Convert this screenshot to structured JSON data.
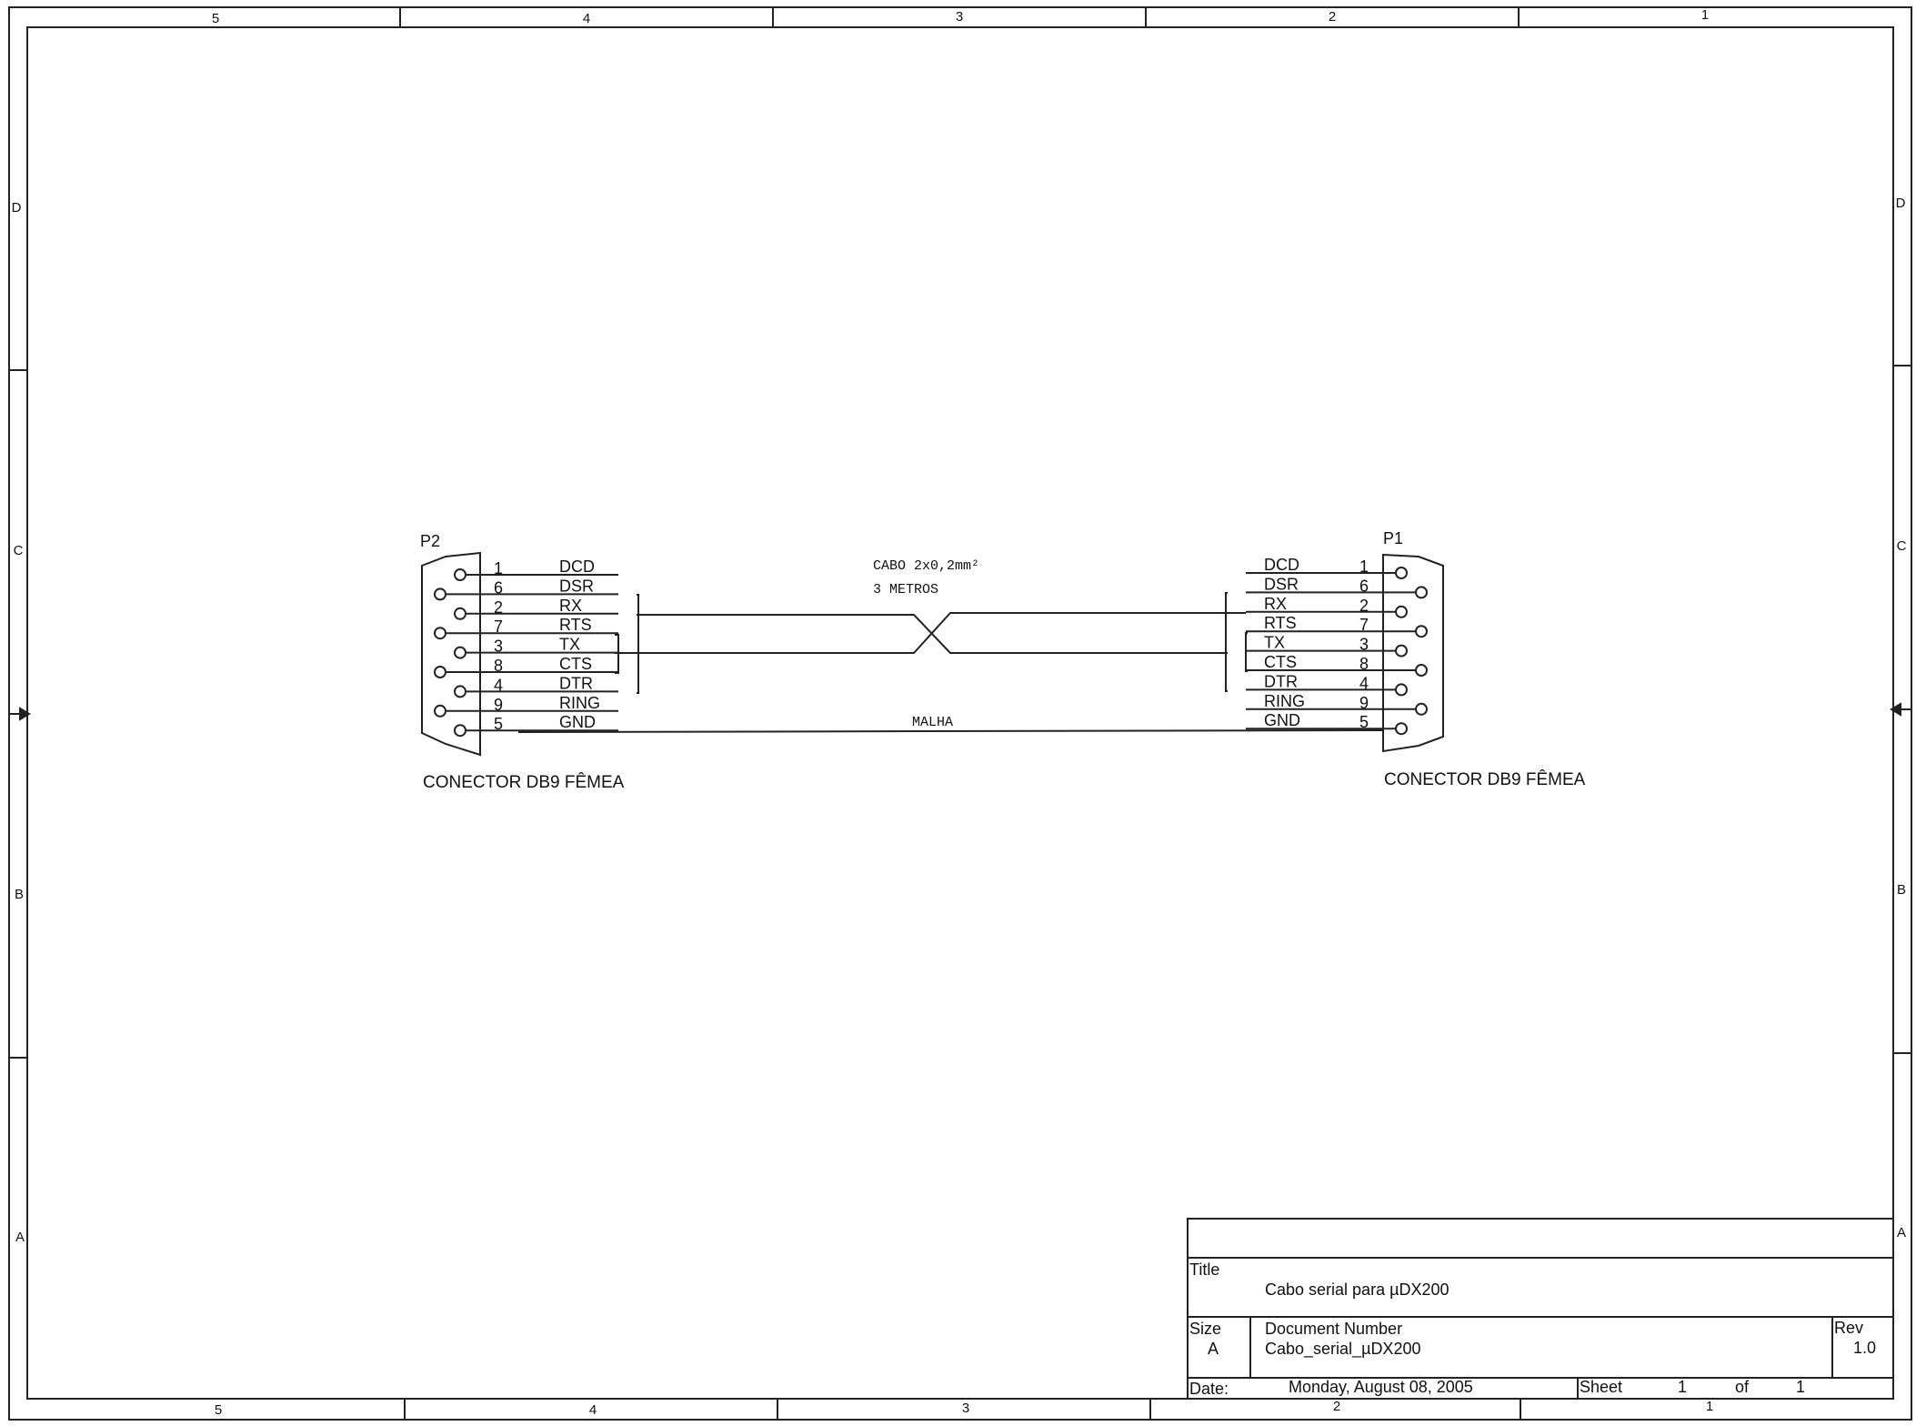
{
  "border": {
    "columns": [
      "5",
      "4",
      "3",
      "2",
      "1"
    ],
    "rows": [
      "D",
      "C",
      "B",
      "A"
    ]
  },
  "connectors": {
    "p2": {
      "ref": "P2",
      "label": "CONECTOR DB9 FÊMEA",
      "pins": [
        {
          "num": "1",
          "signal": "DCD"
        },
        {
          "num": "6",
          "signal": "DSR"
        },
        {
          "num": "2",
          "signal": "RX"
        },
        {
          "num": "7",
          "signal": "RTS"
        },
        {
          "num": "3",
          "signal": "TX"
        },
        {
          "num": "8",
          "signal": "CTS"
        },
        {
          "num": "4",
          "signal": "DTR"
        },
        {
          "num": "9",
          "signal": "RING"
        },
        {
          "num": "5",
          "signal": "GND"
        }
      ]
    },
    "p1": {
      "ref": "P1",
      "label": "CONECTOR DB9 FÊMEA",
      "pins": [
        {
          "num": "1",
          "signal": "DCD"
        },
        {
          "num": "6",
          "signal": "DSR"
        },
        {
          "num": "2",
          "signal": "RX"
        },
        {
          "num": "7",
          "signal": "RTS"
        },
        {
          "num": "3",
          "signal": "TX"
        },
        {
          "num": "8",
          "signal": "CTS"
        },
        {
          "num": "4",
          "signal": "DTR"
        },
        {
          "num": "9",
          "signal": "RING"
        },
        {
          "num": "5",
          "signal": "GND"
        }
      ]
    }
  },
  "cable": {
    "spec_line1": "CABO 2x0,2mm²",
    "spec_line2": "3 METROS",
    "shield": "MALHA"
  },
  "title_block": {
    "title_label": "Title",
    "title": "Cabo serial para µDX200",
    "size_label": "Size",
    "size": "A",
    "docnum_label": "Document Number",
    "docnum": "Cabo_serial_µDX200",
    "rev_label": "Rev",
    "rev": "1.0",
    "date_label": "Date:",
    "date": "Monday, August 08, 2005",
    "sheet_label": "Sheet",
    "sheet": "1",
    "of_label": "of",
    "sheets": "1"
  }
}
